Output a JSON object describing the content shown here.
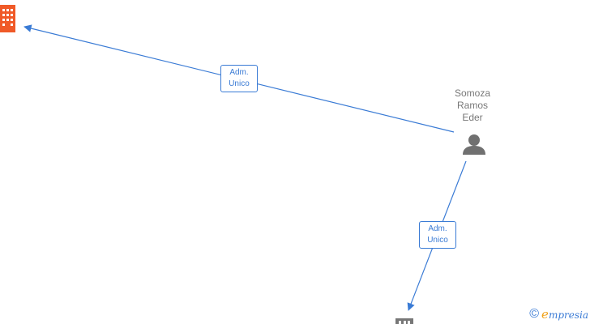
{
  "person": {
    "name": "Somoza\nRamos\nEder"
  },
  "edges": [
    {
      "from": "Somoza Ramos Eder",
      "to": "company-1",
      "line1": "Adm.",
      "line2": "Unico"
    },
    {
      "from": "Somoza Ramos Eder",
      "to": "company-2",
      "line1": "Adm.",
      "line2": "Unico"
    }
  ],
  "footer": {
    "copyright": "©",
    "brand_initial": "e",
    "brand_rest": "mpresia"
  },
  "colors": {
    "edge": "#3a7bd5",
    "company_highlight": "#f05a28",
    "company_default": "#777777",
    "person": "#707070"
  },
  "icons": [
    "building-icon",
    "person-icon",
    "building-icon"
  ]
}
